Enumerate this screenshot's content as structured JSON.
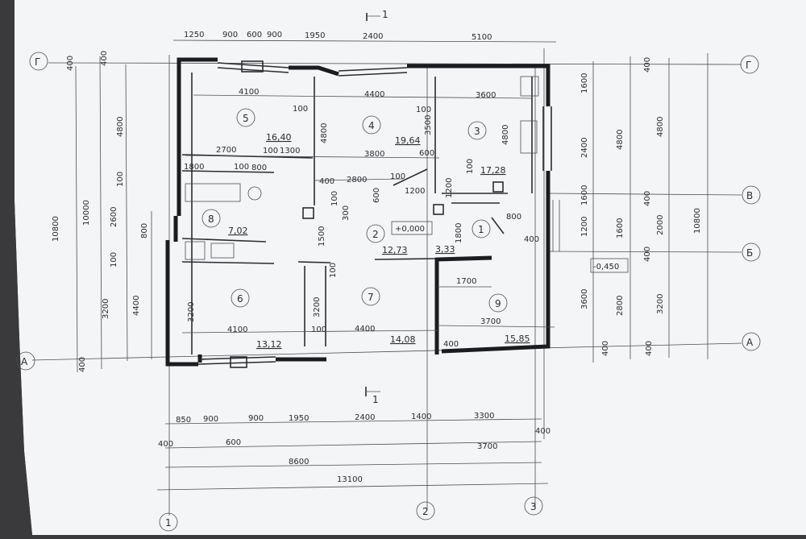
{
  "plan": {
    "section_mark_top": "1",
    "section_mark_bottom": "1",
    "axes_letters": {
      "G": "Г",
      "V": "В",
      "B": "Б",
      "A": "А"
    },
    "axes_numbers": [
      "1",
      "2",
      "3"
    ],
    "level_main": "+0,000",
    "level_side": "-0,450",
    "top_dims": [
      "1250",
      "900",
      "600",
      "900",
      "1950",
      "2400",
      "5100"
    ],
    "bottom_dims_row1": [
      "850",
      "900",
      "900",
      "1950",
      "2400",
      "1400",
      "3300"
    ],
    "bottom_dims_row2": [
      "400",
      "600",
      "3700",
      "400"
    ],
    "bottom_total_left": "8600",
    "bottom_total": "13100",
    "left_outer": [
      "400",
      "10800",
      "400"
    ],
    "left_mid": [
      "10000",
      "4800",
      "100",
      "2600",
      "100",
      "3200"
    ],
    "left_inner": [
      "800",
      "4400",
      "3200"
    ],
    "right_inner": [
      "1600",
      "2400",
      "1600",
      "1200",
      "3600",
      "400"
    ],
    "right_mid": [
      "400",
      "4800",
      "400",
      "1600",
      "400",
      "2800",
      "400"
    ],
    "right_mid2": [
      "4800",
      "2000",
      "3200"
    ],
    "right_outer": "10800",
    "rooms": [
      {
        "num": "5",
        "area": "16,40"
      },
      {
        "num": "4",
        "area": "19,64"
      },
      {
        "num": "3",
        "area": "17,28"
      },
      {
        "num": "8",
        "area": "7,02"
      },
      {
        "num": "2",
        "area": "12,73"
      },
      {
        "num": "1",
        "area": "3,33"
      },
      {
        "num": "6",
        "area": "13,12"
      },
      {
        "num": "7",
        "area": "14,08"
      },
      {
        "num": "9",
        "area": "15,85"
      }
    ],
    "inner_dims": {
      "r5_width": "4100",
      "r4_width": "4400",
      "r3_width": "3600",
      "t100a": "100",
      "t100b": "100",
      "d2700": "2700",
      "d100a": "100",
      "d1300": "1300",
      "d3800": "3800",
      "d600a": "600",
      "d1800": "1800",
      "d100b": "100",
      "d800a": "800",
      "d400a": "400",
      "d2800": "2800",
      "d100c": "100",
      "d1200": "1200",
      "v4800a": "4800",
      "v3500": "3500",
      "v4800b": "4800",
      "v100a": "100",
      "v1200": "1200",
      "v100b": "100",
      "v600": "600",
      "v300": "300",
      "v1500": "1500",
      "v1800": "1800",
      "d800b": "800",
      "d400b": "400",
      "d1700": "1700",
      "d3700": "3700",
      "v3200a": "3200",
      "v100c": "100",
      "v3200b": "3200",
      "b4100": "4100",
      "b100": "100",
      "b4400": "4400",
      "b400": "400"
    }
  }
}
